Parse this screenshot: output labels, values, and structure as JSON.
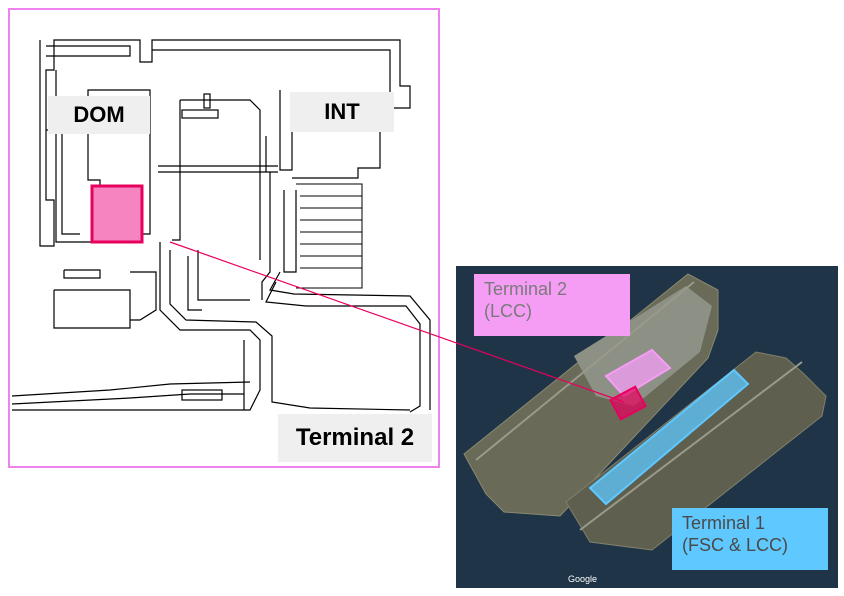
{
  "floorplan": {
    "dom_label": "DOM",
    "int_label": "INT",
    "terminal_label": "Terminal 2",
    "highlight_color": "#f584c0",
    "highlight_border": "#e8005e"
  },
  "satellite": {
    "terminal2_label_line1": "Terminal 2",
    "terminal2_label_line2": "(LCC)",
    "terminal1_label_line1": "Terminal 1",
    "terminal1_label_line2": "(FSC & LCC)",
    "attribution": "Google",
    "terminal2_color": "#f59df5",
    "terminal1_color": "#5fc8ff"
  },
  "connector_color": "#e8005e"
}
